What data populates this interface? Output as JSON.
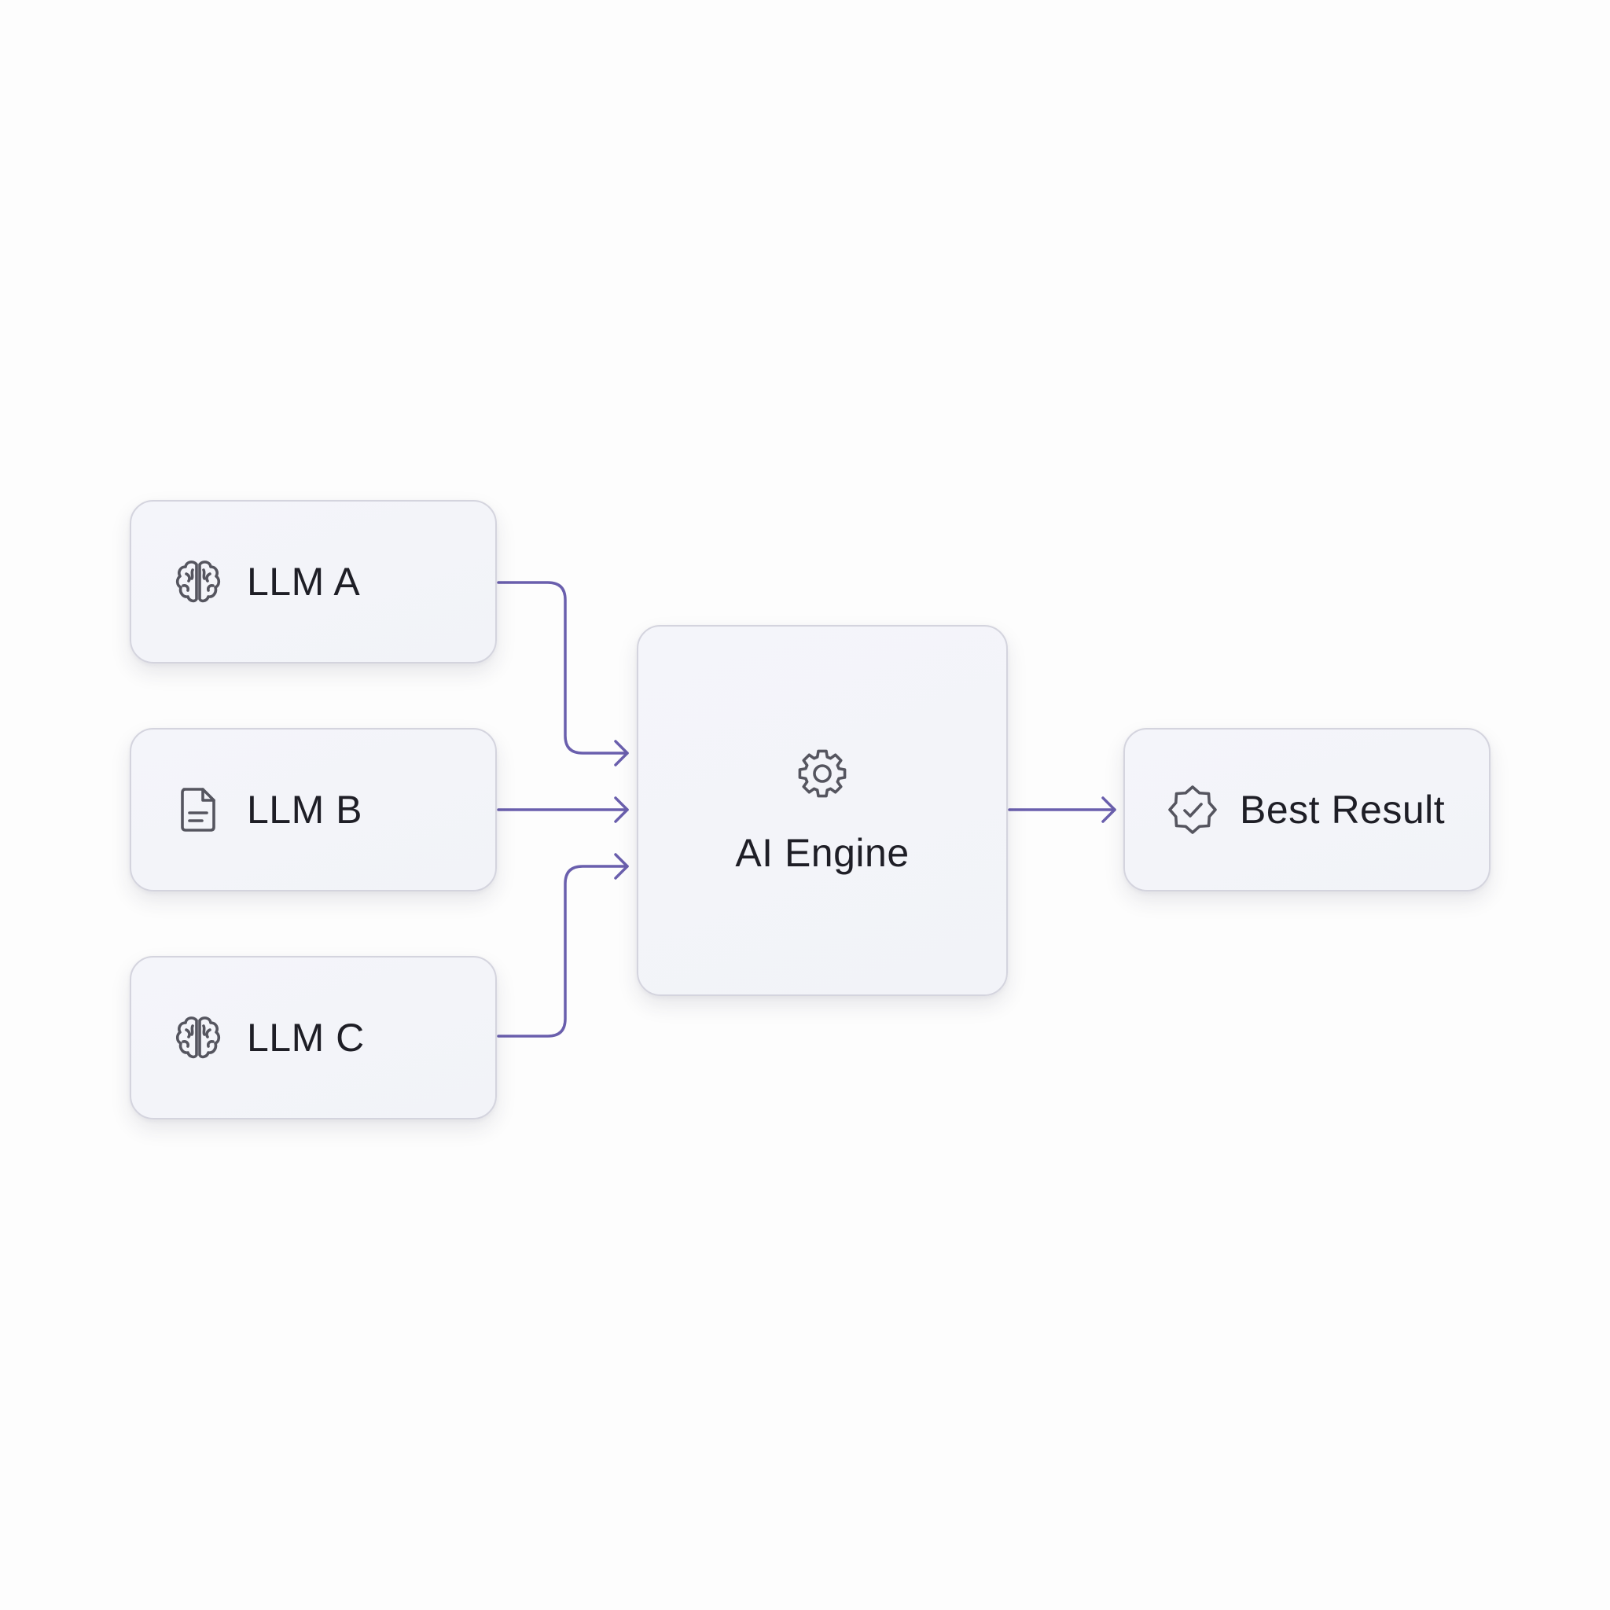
{
  "diagram": {
    "accent_color": "#6a5fad",
    "nodes": {
      "llm_a": {
        "label": "LLM A",
        "icon": "brain-icon"
      },
      "llm_b": {
        "label": "LLM B",
        "icon": "document-icon"
      },
      "llm_c": {
        "label": "LLM C",
        "icon": "brain-icon"
      },
      "engine": {
        "label": "AI Engine",
        "icon": "gear-icon"
      },
      "result": {
        "label": "Best Result",
        "icon": "verified-badge-icon"
      }
    },
    "edges": [
      {
        "from": "LLM A",
        "to": "AI Engine"
      },
      {
        "from": "LLM B",
        "to": "AI Engine"
      },
      {
        "from": "LLM C",
        "to": "AI Engine"
      },
      {
        "from": "AI Engine",
        "to": "Best Result"
      }
    ]
  }
}
